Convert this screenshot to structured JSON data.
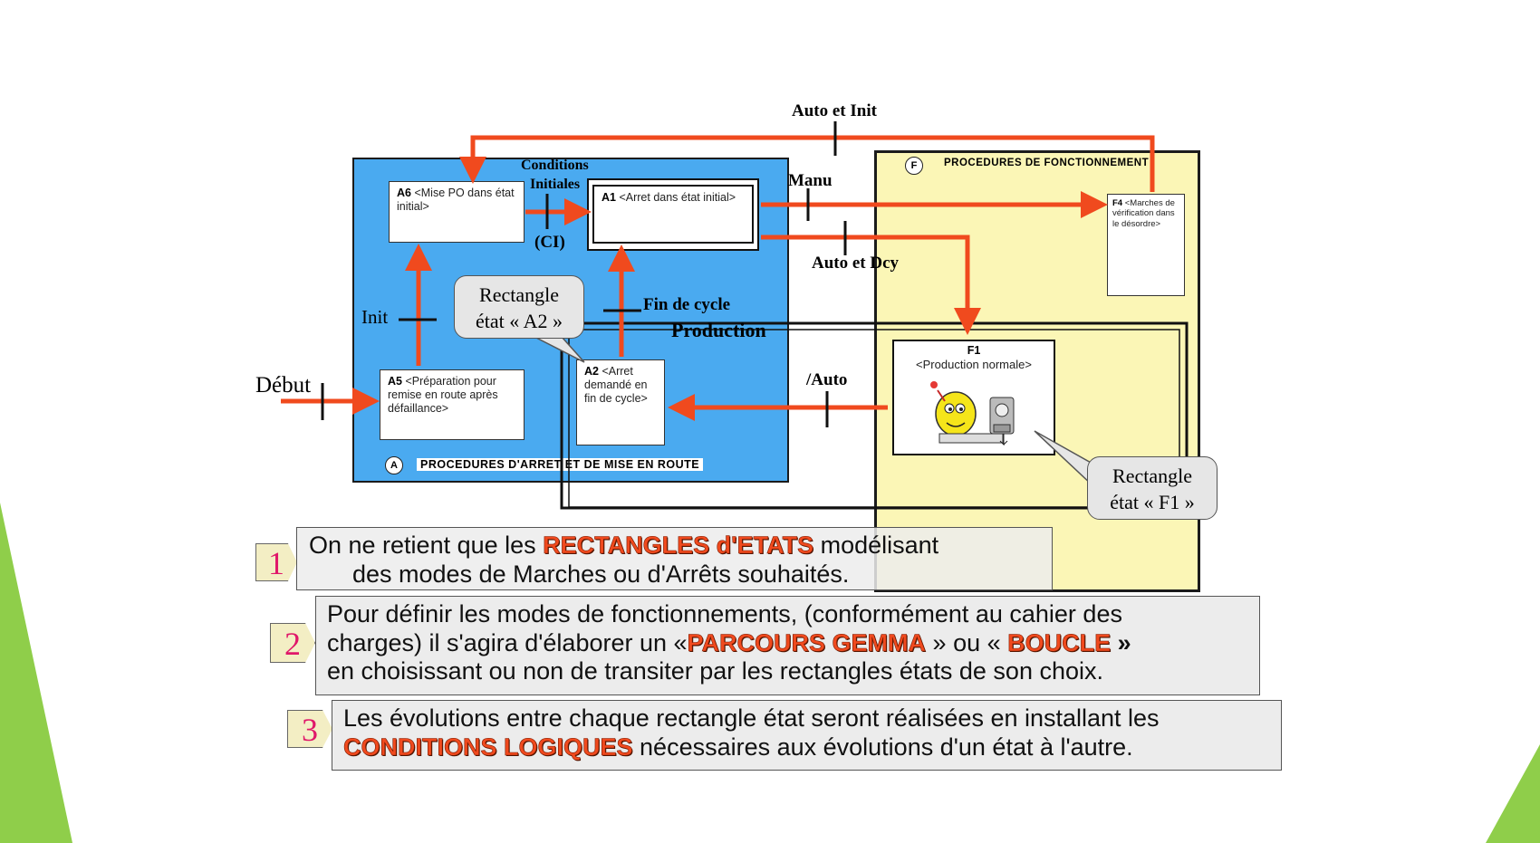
{
  "zones": {
    "a": {
      "letter": "A",
      "title": "PROCEDURES D'ARRET ET DE MISE EN ROUTE"
    },
    "f": {
      "letter": "F",
      "title": "PROCEDURES DE FONCTIONNEMENT"
    }
  },
  "states": {
    "a6": {
      "id": "A6",
      "desc": "<Mise PO dans état initial>"
    },
    "a1": {
      "id": "A1",
      "desc": "<Arret dans état initial>"
    },
    "a5": {
      "id": "A5",
      "desc": "<Préparation pour remise en route après défaillance>"
    },
    "a2": {
      "id": "A2",
      "desc": "<Arret demandé en fin de cycle>"
    },
    "f4": {
      "id": "F4",
      "desc": "<Marches de vérification dans le désordre>"
    },
    "f1": {
      "id": "F1",
      "desc": "<Production normale>"
    }
  },
  "labels": {
    "auto_et_init": "Auto et Init",
    "conditions_initiales_1": "Conditions",
    "conditions_initiales_2": "Initiales",
    "ci": "(CI)",
    "manu": "Manu",
    "auto_et_dcy": "Auto et  Dcy",
    "init": "Init",
    "fin_de_cycle": "Fin de cycle",
    "production": "Production",
    "debut": "Début",
    "slash_auto": "/Auto"
  },
  "callouts": {
    "a2": {
      "line1": "Rectangle",
      "line2": "état « A2 »"
    },
    "f1": {
      "line1": "Rectangle",
      "line2": "état « F1 »"
    }
  },
  "notes": [
    {
      "num": "1",
      "before": "On ne retient que les ",
      "highlight": "RECTANGLES d'ETATS",
      "after": " modélisant",
      "line2": "des modes de Marches ou d'Arrêts souhaités."
    },
    {
      "num": "2",
      "line1": "Pour définir les modes de fonctionnements, (conformément au cahier des",
      "line2_before": "charges) il s'agira d'élaborer un «",
      "highlight1": "PARCOURS GEMMA",
      "line2_mid": " » ou « ",
      "highlight2": "BOUCLE",
      "line2_after": " »",
      "line3": "en choisissant ou non de transiter par les rectangles états de son choix."
    },
    {
      "num": "3",
      "line1": "Les évolutions entre chaque rectangle état seront réalisées en installant les",
      "highlight": "CONDITIONS LOGIQUES",
      "line2_after": " nécessaires aux évolutions d'un  état à l'autre."
    }
  ],
  "colors": {
    "zone_a": "#4aaaf0",
    "zone_f": "#fbf6b6",
    "arrow": "#f04a1e",
    "accent_green": "#8fce4a",
    "highlight": "#f04a1e",
    "number": "#e0186a"
  },
  "icons": [
    "production-worker-icon"
  ]
}
